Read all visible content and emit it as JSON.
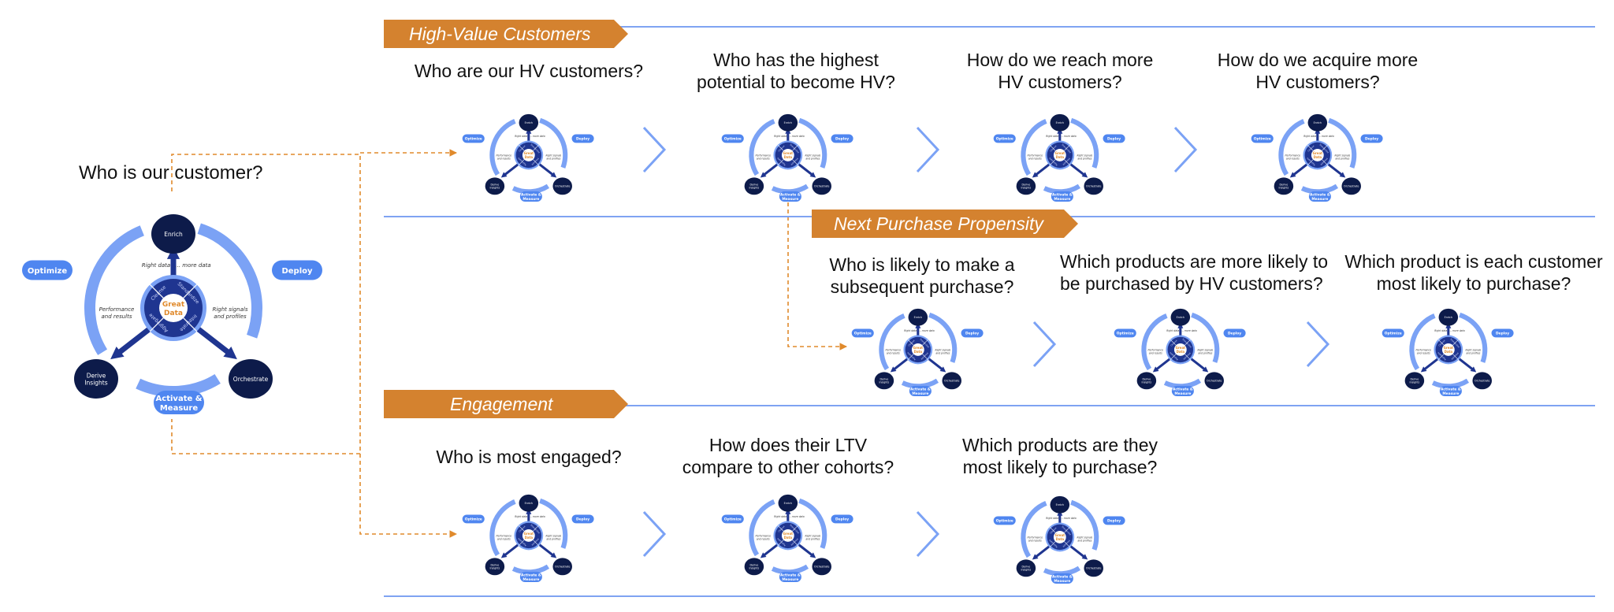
{
  "main": {
    "question": "Who is our customer?",
    "diagram": {
      "center": [
        "Great",
        "Data"
      ],
      "inner_steps": [
        "Cleanse",
        "Standardize",
        "Integrate",
        "Aggregate"
      ],
      "nodes": {
        "top": "Enrich",
        "left": [
          "Derive",
          "Insights"
        ],
        "right": "Orchestrate"
      },
      "pills": {
        "left": "Optimize",
        "right": "Deploy",
        "bottom": [
          "Activate &",
          "Measure"
        ]
      },
      "annotations": {
        "top_left": "Right data",
        "top_right": "... more data",
        "left": [
          "Performance",
          "and results"
        ],
        "right": [
          "Right signals",
          "and profiles"
        ]
      }
    }
  },
  "sections": [
    {
      "title": "High-Value Customers",
      "questions": [
        [
          "Who are our HV customers?"
        ],
        [
          "Who has the highest",
          "potential to become HV?"
        ],
        [
          "How do we reach more",
          "HV customers?"
        ],
        [
          "How do we acquire more",
          "HV customers?"
        ]
      ]
    },
    {
      "title": "Next Purchase Propensity",
      "questions": [
        [
          "Who is likely to make a",
          "subsequent purchase?"
        ],
        [
          "Which products are more likely to",
          "be purchased by HV customers?"
        ],
        [
          "Which product is each customer",
          "most likely to purchase?"
        ]
      ]
    },
    {
      "title": "Engagement",
      "questions": [
        [
          "Who is most engaged?"
        ],
        [
          "How does their LTV",
          "compare to other cohorts?"
        ],
        [
          "Which products are they",
          "most likely to purchase?"
        ]
      ]
    }
  ],
  "colors": {
    "banner": "#d4822f",
    "rule": "#7fa3f2",
    "ring": "#7ba2f5",
    "pill": "#4f86f0",
    "node": "#0d1b4a",
    "inner": "#1f3590",
    "accent_text": "#e08a2c",
    "connector": "#e08a2c"
  }
}
